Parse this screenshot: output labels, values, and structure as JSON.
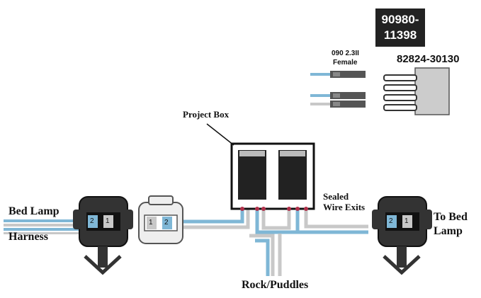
{
  "colors": {
    "blue": "#7fb7d6",
    "gray": "#c8c8c8",
    "dark": "#222222",
    "red": "#b0304a"
  },
  "labels": {
    "bed_lamp": "Bed Lamp",
    "harness": "Harness",
    "to_bed": "To Bed",
    "lamp": "Lamp",
    "project_box": "Project Box",
    "sealed": "Sealed",
    "wire_exits": "Wire Exits",
    "rock_puddles": "Rock/Puddles",
    "terminal_line1": "090 2.3II",
    "terminal_line2": "Female",
    "part_a_line1": "90980-",
    "part_a_line2": "11398",
    "part_b": "82824-30130"
  },
  "connectors": {
    "left_male": {
      "pin_a": "2",
      "pin_b": "1"
    },
    "left_female": {
      "pin_a": "1",
      "pin_b": "2"
    },
    "right_male": {
      "pin_a": "2",
      "pin_b": "1"
    }
  }
}
